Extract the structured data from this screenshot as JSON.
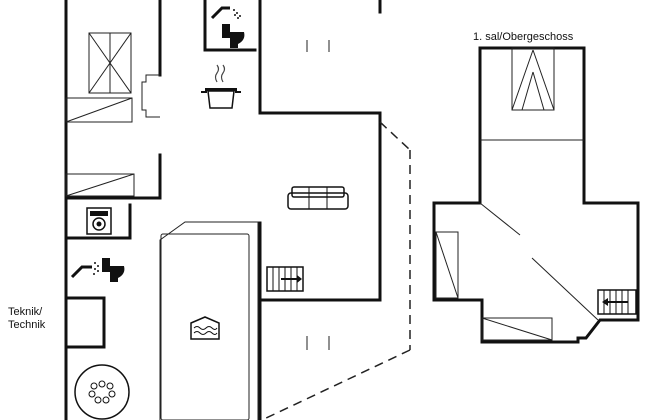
{
  "labels": {
    "upper_floor": "1. sal/Obergeschoss",
    "technical_room_line1": "Teknik/",
    "technical_room_line2": "Technik"
  },
  "colors": {
    "wall": "#111111",
    "line": "#222222",
    "background": "#ffffff"
  },
  "icons": [
    "shower-icon",
    "toilet-icon",
    "cooking-pot-icon",
    "sofa-icon",
    "staircase-icon",
    "washing-machine-icon",
    "pool-icon",
    "whirlpool-icon"
  ]
}
